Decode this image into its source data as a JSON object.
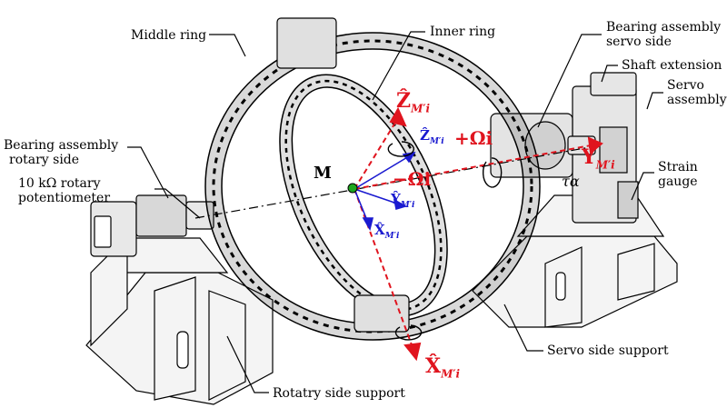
{
  "labels": {
    "middle_ring": "Middle ring",
    "inner_ring": "Inner ring",
    "bearing_servo": [
      "Bearing assembly",
      "servo side"
    ],
    "shaft_extension": "Shaft extension",
    "servo_assembly": [
      "Servo",
      "assembly"
    ],
    "strain_gauge": [
      "Strain",
      "gauge"
    ],
    "bearing_rotary": [
      "Bearing assembly",
      "rotary side"
    ],
    "potentiometer": [
      "10 kΩ rotary",
      "potentiometer"
    ],
    "servo_support": "Servo side support",
    "rotary_support": "Rotatry side support"
  },
  "axes": {
    "z_big": "Ẑ",
    "z_big_sub": "M′i",
    "z_small": "Ẑ",
    "z_small_sub": "M′i",
    "y_big": "Y",
    "y_big_sub": "M′i",
    "y_small": "Ŷ",
    "y_small_sub": "M′i",
    "x_big": "X̂",
    "x_big_sub": "M′i",
    "x_small": "X̂",
    "x_small_sub": "M′i",
    "omega_plus": "+Ωi",
    "omega_minus": "−Ωi",
    "tau": "τα",
    "m_label": "M"
  },
  "colors": {
    "red": "#e0141e",
    "blue": "#1a1ad0",
    "green": "#1fa61f",
    "ink": "#000000"
  }
}
